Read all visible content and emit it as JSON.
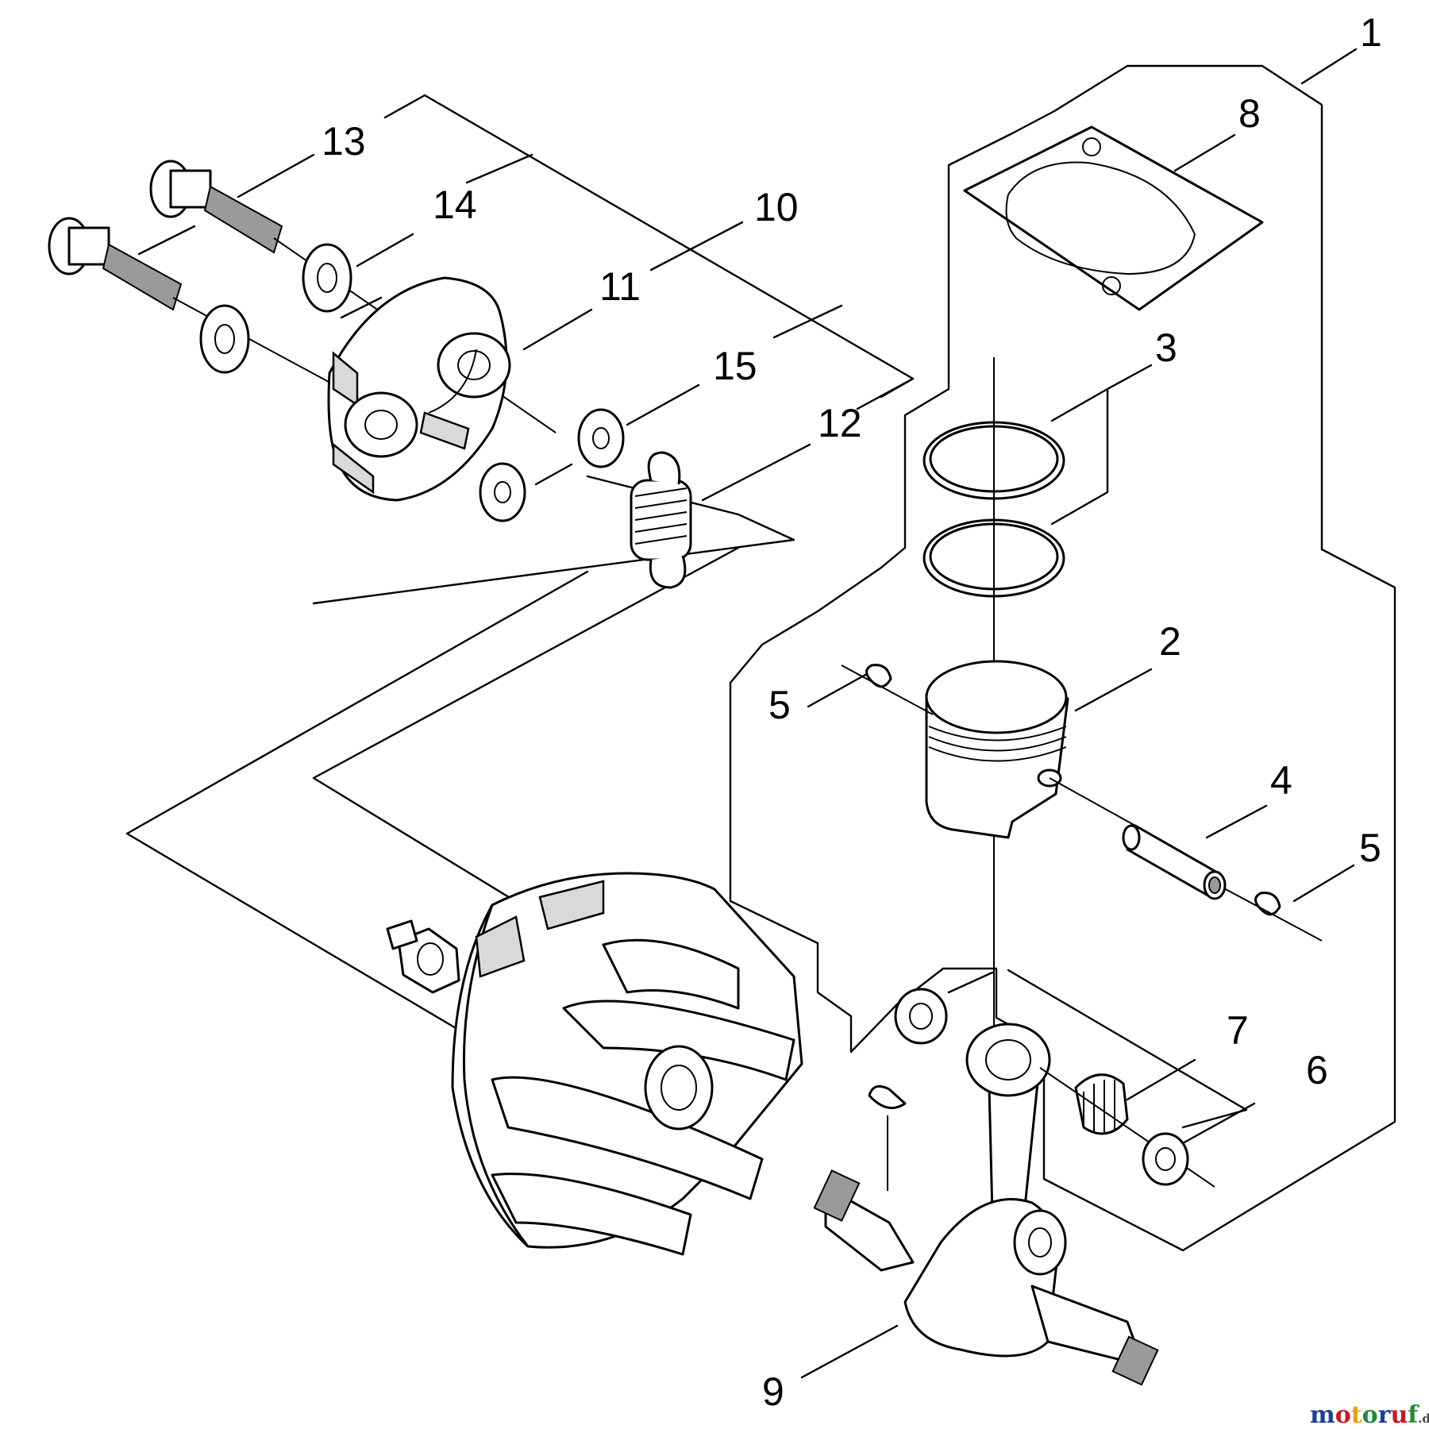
{
  "diagram": {
    "callouts": [
      {
        "id": "1",
        "text": "1"
      },
      {
        "id": "2",
        "text": "2"
      },
      {
        "id": "3",
        "text": "3"
      },
      {
        "id": "4",
        "text": "4"
      },
      {
        "id": "5a",
        "text": "5"
      },
      {
        "id": "5b",
        "text": "5"
      },
      {
        "id": "6",
        "text": "6"
      },
      {
        "id": "7",
        "text": "7"
      },
      {
        "id": "8",
        "text": "8"
      },
      {
        "id": "9",
        "text": "9"
      },
      {
        "id": "10",
        "text": "10"
      },
      {
        "id": "11",
        "text": "11"
      },
      {
        "id": "12",
        "text": "12"
      },
      {
        "id": "13",
        "text": "13"
      },
      {
        "id": "14",
        "text": "14"
      },
      {
        "id": "15",
        "text": "15"
      }
    ]
  },
  "watermark": {
    "text": "motoruf",
    "suffix": ".de",
    "colors": [
      "#1a3f9a",
      "#c8181e",
      "#e8a20f",
      "#1f8a3a",
      "#1a3f9a",
      "#c8181e",
      "#1f8a3a"
    ]
  }
}
